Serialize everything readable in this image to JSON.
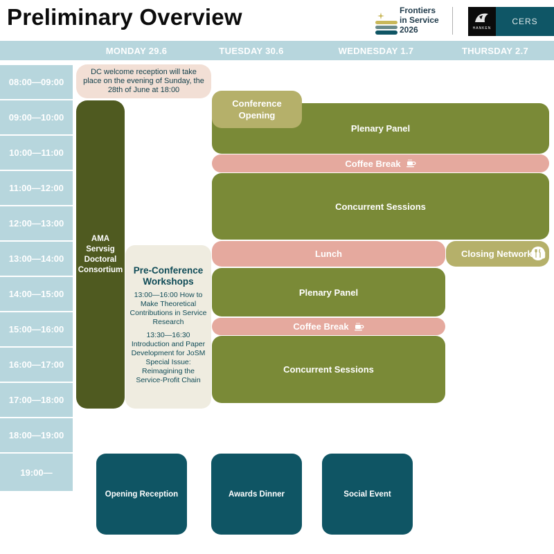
{
  "title": "Preliminary Overview",
  "logo": {
    "text": "Frontiers\nin Service\n2026",
    "hanken_text": "HANKEN",
    "cers_text": "CERS"
  },
  "days": [
    "MONDAY 29.6",
    "TUESDAY 30.6",
    "WEDNESDAY 1.7",
    "THURSDAY 2.7"
  ],
  "times": [
    "08:00—09:00",
    "09:00—10:00",
    "10:00—11:00",
    "11:00—12:00",
    "12:00—13:00",
    "13:00—14:00",
    "14:00—15:00",
    "15:00—16:00",
    "16:00—17:00",
    "17:00—18:00",
    "18:00—19:00",
    "19:00—"
  ],
  "note": "DC welcome reception will take place on the evening of Sunday, the 28th of June at 18:00",
  "monday": {
    "doctoral": "AMA Servsig Doctoral Consortium"
  },
  "workshops": {
    "title": "Pre-Conference Workshops",
    "w1": "13:00—16:00 How to Make Theoretical Contributions in Service Research",
    "w2": "13:30—16:30 Introduction and Paper Development for JoSM Special Issue: Reimagining the Service-Profit Chain"
  },
  "conference_opening": "Conference Opening",
  "plenary_panel": "Plenary Panel",
  "coffee_break": "Coffee Break",
  "concurrent_sessions": "Concurrent Sessions",
  "lunch": "Lunch",
  "closing_networking": "Closing Networking",
  "evening": {
    "opening_reception": "Opening Reception",
    "awards_dinner": "Awards Dinner",
    "social_event": "Social Event"
  },
  "colors": {
    "olive": "#7a8a37",
    "dark_olive": "#4f5a20",
    "khaki": "#b5b06a",
    "pink": "#e5a99e",
    "teal": "#0f5564",
    "light_blue": "#b7d6dd"
  }
}
